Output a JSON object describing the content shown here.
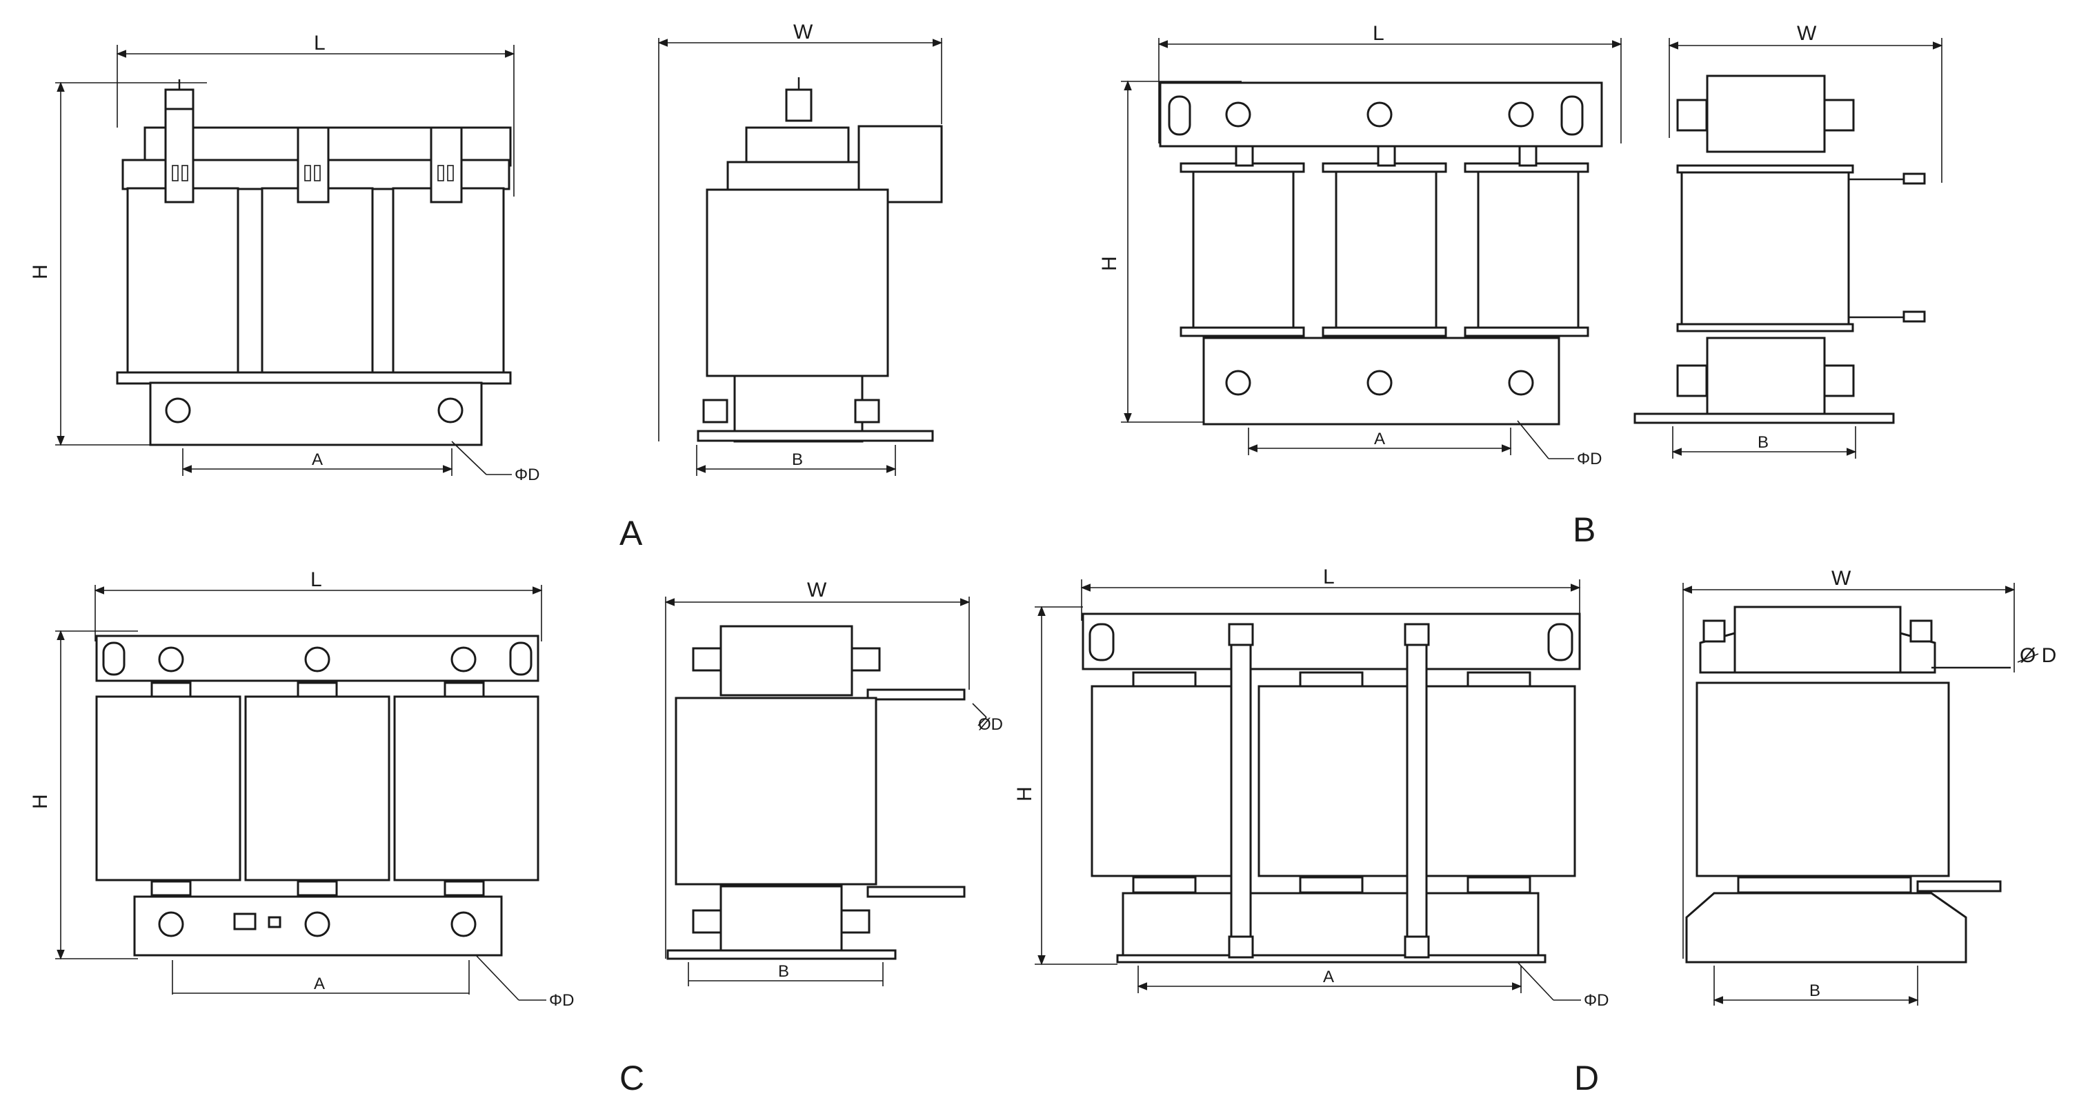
{
  "labels": {
    "length": "L",
    "width": "W",
    "height": "H",
    "mount_a": "A",
    "mount_b": "B",
    "hole_phi": "ΦD",
    "hole_slash": "Ø D",
    "hole_slash_tight": "ØD"
  },
  "figures": {
    "a": "A",
    "b": "B",
    "c": "C",
    "d": "D"
  }
}
